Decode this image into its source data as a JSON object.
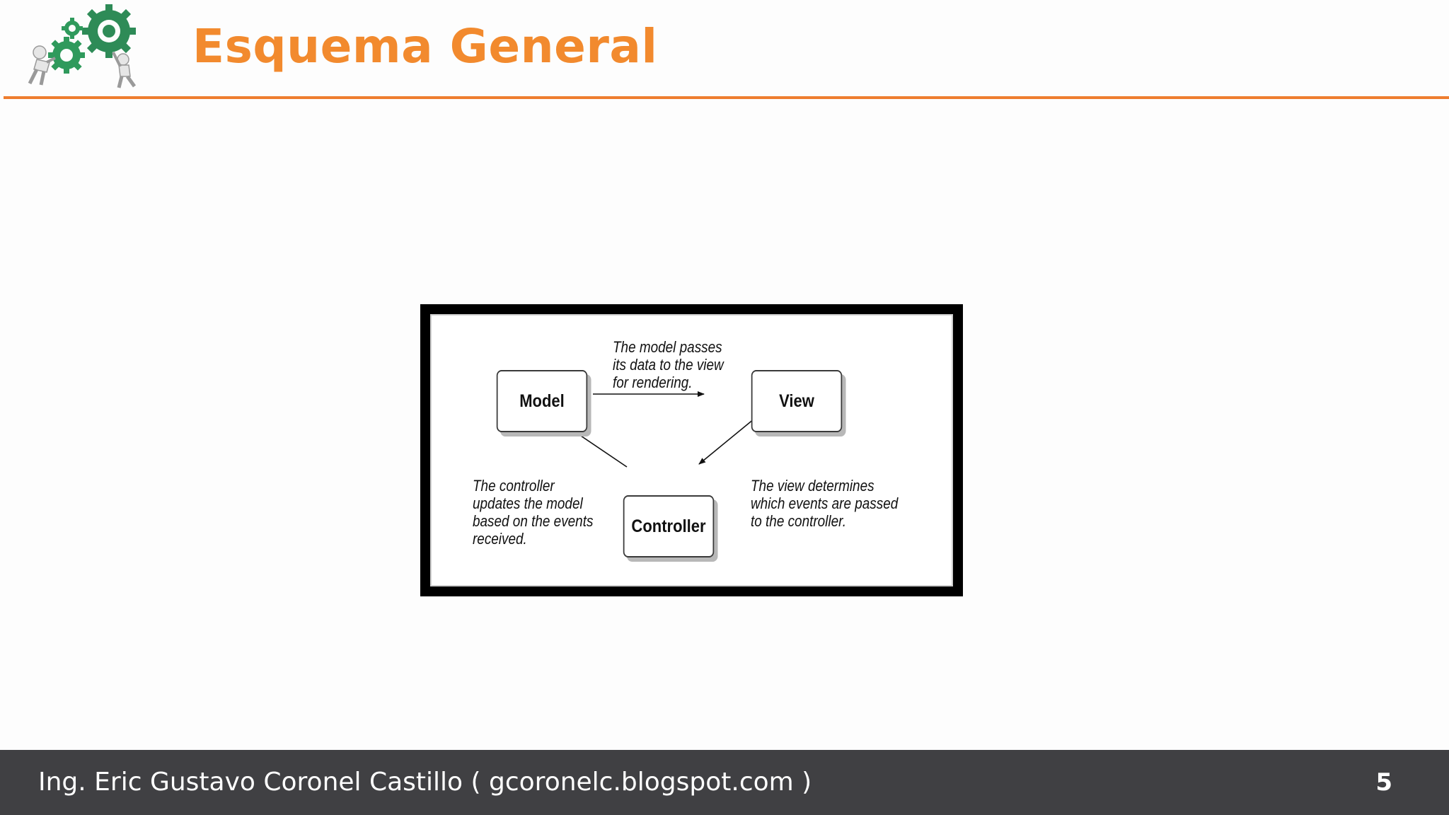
{
  "slide": {
    "title": "Esquema General",
    "page_number": "5"
  },
  "footer": {
    "text": "Ing. Eric Gustavo Coronel Castillo ( gcoronelc.blogspot.com )"
  },
  "diagram": {
    "nodes": {
      "model": "Model",
      "view": "View",
      "controller": "Controller"
    },
    "notes": {
      "model_to_view": [
        "The model passes",
        "its data to the view",
        "for rendering."
      ],
      "controller_to_model": [
        "The controller",
        "updates the model",
        "based on the events",
        "received."
      ],
      "view_to_controller": [
        "The view determines",
        "which events are passed",
        "to the controller."
      ]
    }
  },
  "icons": {
    "logo": "gears-people-logo",
    "colors": {
      "gear": "#2e8b57",
      "accent": "#ee7d2f"
    }
  }
}
